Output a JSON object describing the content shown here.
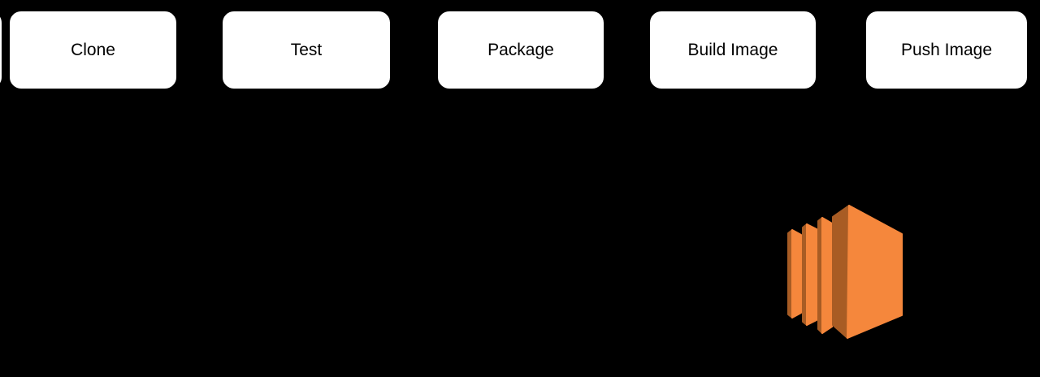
{
  "diagram": {
    "background": "#000000",
    "nodes": [
      {
        "id": "clone",
        "label": "Clone"
      },
      {
        "id": "test",
        "label": "Test"
      },
      {
        "id": "package",
        "label": "Package"
      },
      {
        "id": "build-image",
        "label": "Build Image"
      },
      {
        "id": "push-image",
        "label": "Push Image"
      }
    ],
    "node_style": {
      "fill": "#ffffff",
      "border": "#000000",
      "text_color": "#000000"
    },
    "icon": {
      "name": "aws-container-registry-icon",
      "colors": {
        "bright": "#F5873C",
        "dark": "#A85C24"
      }
    }
  }
}
